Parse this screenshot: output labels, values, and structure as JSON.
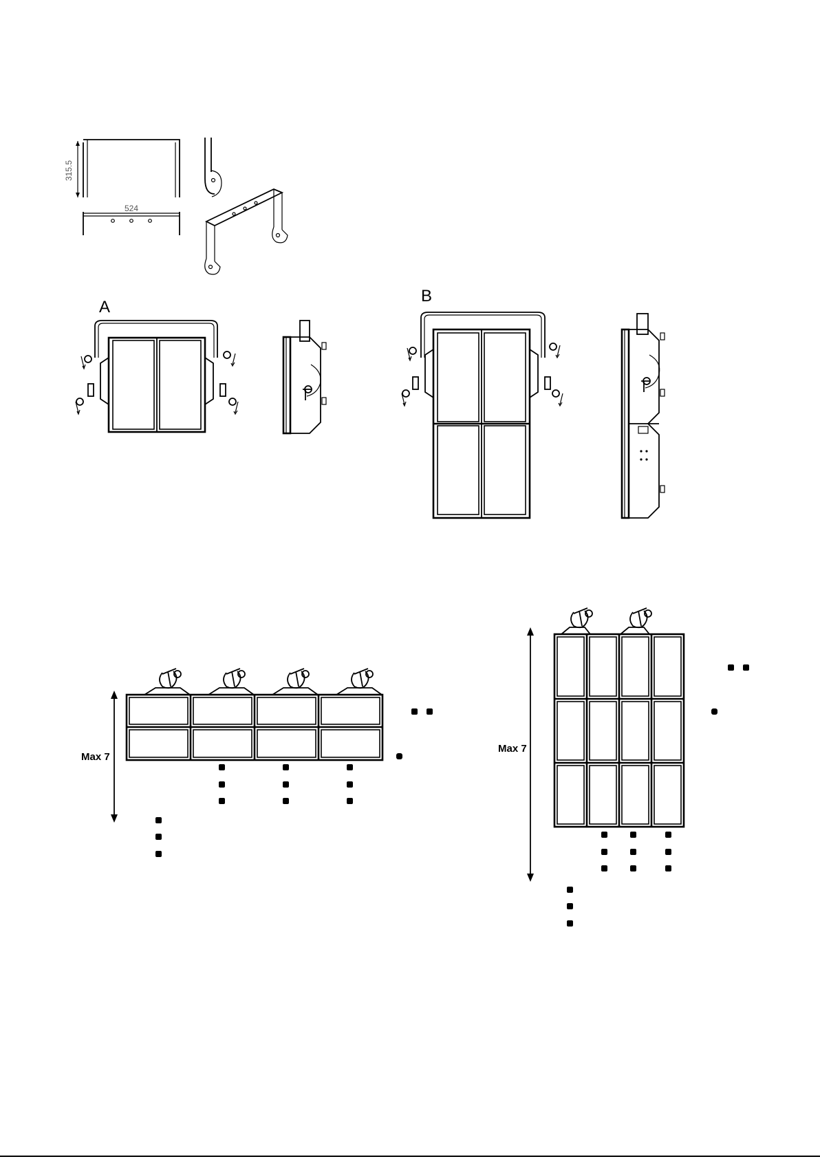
{
  "bracket": {
    "dim_height": "315.5",
    "dim_width": "524"
  },
  "config_a": {
    "label": "A"
  },
  "config_b": {
    "label": "B"
  },
  "horizontal_array": {
    "height_label": "Max 7"
  },
  "vertical_array": {
    "height_label": "Max 7"
  }
}
